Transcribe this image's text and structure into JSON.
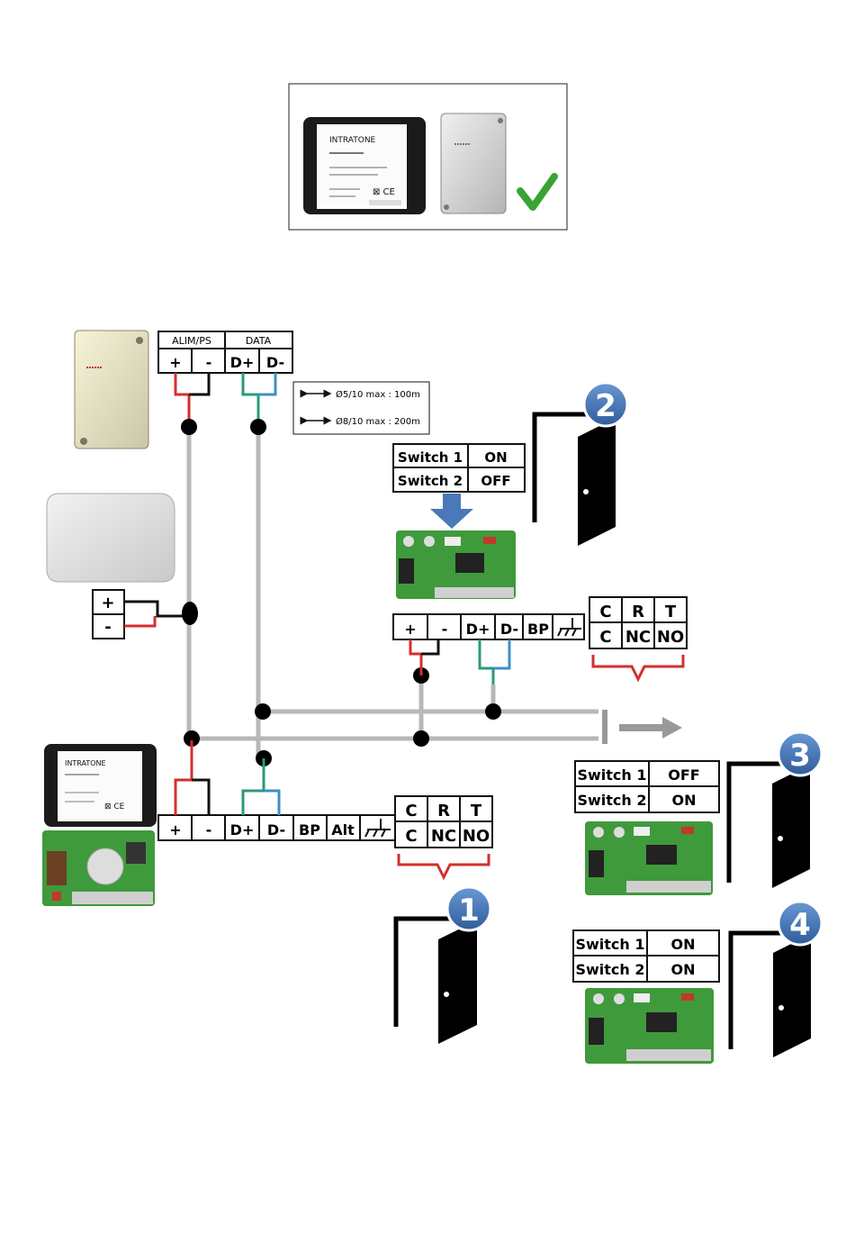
{
  "top_product": {
    "brand": "INTRATONE",
    "checkmark_color": "#3aa335"
  },
  "terminals_top": {
    "group_power": "ALIM/PS",
    "group_data": "DATA",
    "plus": "+",
    "minus": "-",
    "dplus": "D+",
    "dminus": "D-"
  },
  "cable_legend": {
    "line1": "Ø5/10 max : 100m",
    "line2": "Ø8/10 max : 200m"
  },
  "psu_terminals": {
    "plus": "+",
    "minus": "-"
  },
  "modules": [
    {
      "number": "2",
      "switch1_label": "Switch 1",
      "switch1_value": "ON",
      "switch2_label": "Switch 2",
      "switch2_value": "OFF"
    },
    {
      "number": "3",
      "switch1_label": "Switch 1",
      "switch1_value": "OFF",
      "switch2_label": "Switch 2",
      "switch2_value": "ON"
    },
    {
      "number": "4",
      "switch1_label": "Switch 1",
      "switch1_value": "ON",
      "switch2_label": "Switch 2",
      "switch2_value": "ON"
    }
  ],
  "main_module": {
    "number": "1"
  },
  "terminal_strip_module2": {
    "plus": "+",
    "minus": "-",
    "dplus": "D+",
    "dminus": "D-",
    "bp": "BP",
    "relay_top": [
      "C",
      "R",
      "T"
    ],
    "relay_bottom": [
      "C",
      "NC",
      "NO"
    ]
  },
  "terminal_strip_main": {
    "plus": "+",
    "minus": "-",
    "dplus": "D+",
    "dminus": "D-",
    "bp": "BP",
    "alt": "Alt",
    "relay_top": [
      "C",
      "R",
      "T"
    ],
    "relay_bottom": [
      "C",
      "NC",
      "NO"
    ]
  },
  "colors": {
    "wire_red": "#d32f2f",
    "wire_black": "#111111",
    "wire_green": "#2a9a7a",
    "wire_blue": "#3d8fc4",
    "bus_grey": "#b8b8b8",
    "badge_blue": "#4a78b8",
    "pcb_green": "#3f9a3c"
  }
}
